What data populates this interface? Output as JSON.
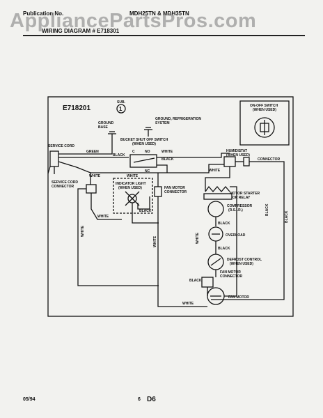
{
  "header": {
    "publication_label": "Publication No.",
    "model": "MDH25TN & MDH35TN",
    "wiring_title": "WIRING DIAGRAM # E718301",
    "watermark": "AppliancePartsPros.com"
  },
  "diagram": {
    "id": "E718201",
    "sub": "SUB.",
    "sub_number": "1",
    "ground_base": [
      "GROUND",
      "BASE"
    ],
    "ground_refrig": [
      "GROUND, REFRIGERATION",
      "SYSTEM"
    ],
    "bucket_switch": [
      "BUCKET SHUT OFF SWITCH",
      "(WHEN USED)"
    ],
    "service_cord": "SERVICE CORD",
    "green": "GREEN",
    "black": "BLACK",
    "white": "WHITE",
    "c": "C",
    "no": "NO",
    "nc": "NC",
    "humidistat": [
      "HUMIDISTAT",
      "(WHEN USED)"
    ],
    "connector": "CONNECTOR",
    "service_cord_connector": [
      "SERVICE CORD",
      "CONNECTOR"
    ],
    "indicator_light": [
      "INDICATOR LIGHT",
      "(WHEN USED)"
    ],
    "fan_motor_connector": [
      "FAN MOTOR",
      "CONNECTOR"
    ],
    "motor_starter": [
      "MOTOR STARTER",
      "OR RELAY"
    ],
    "compressor": [
      "COMPRESSOR",
      "(R.S.I.R.)"
    ],
    "overload": "OVERLOAD",
    "defrost_control": [
      "DEFROST CONTROL",
      "(WHEN USED)"
    ],
    "fan_motor_connector2": [
      "FAN MOTOR",
      "CONNECTOR"
    ],
    "fan_motor": "FAN MOTOR",
    "onoff_switch": [
      "ON-OFF SWITCH",
      "(WHEN USED)"
    ]
  },
  "footer": {
    "date": "05/94",
    "page": "6",
    "section": "D6"
  }
}
